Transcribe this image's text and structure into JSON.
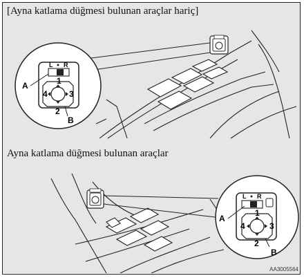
{
  "panels": [
    {
      "caption": "[Ayna katlama düğmesi bulunan araçlar hariç]",
      "callouts": {
        "a": "A",
        "b": "B",
        "l": "L",
        "r": "R",
        "dir_1": "1",
        "dir_2": "2",
        "dir_3": "3",
        "dir_4": "4"
      }
    },
    {
      "caption": "Ayna katlama düğmesi bulunan araçlar",
      "callouts": {
        "a": "A",
        "b": "B",
        "l": "L",
        "r": "R",
        "dir_1": "1",
        "dir_2": "2",
        "dir_3": "3",
        "dir_4": "4"
      }
    }
  ],
  "figure_code": "AA3005564"
}
